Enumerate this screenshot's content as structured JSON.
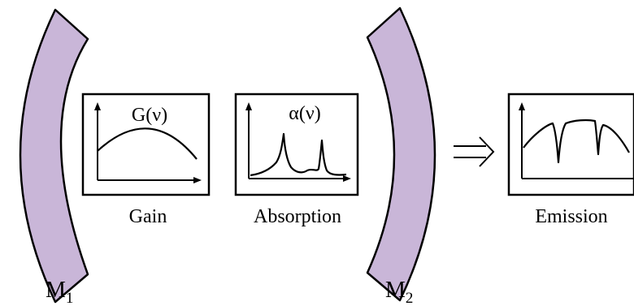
{
  "diagram": {
    "mirror_left": {
      "label": "M",
      "subscript": "1"
    },
    "mirror_right": {
      "label": "M",
      "subscript": "2"
    },
    "gain_panel": {
      "curve_label": "G(ν)",
      "caption": "Gain"
    },
    "absorption_panel": {
      "curve_label": "α(ν)",
      "caption": "Absorption"
    },
    "emission_panel": {
      "caption": "Emission"
    },
    "arrow_symbol": "⟹"
  },
  "colors": {
    "mirror_fill": "#C9B6D8",
    "stroke": "#000000",
    "background": "#FFFFFF"
  }
}
